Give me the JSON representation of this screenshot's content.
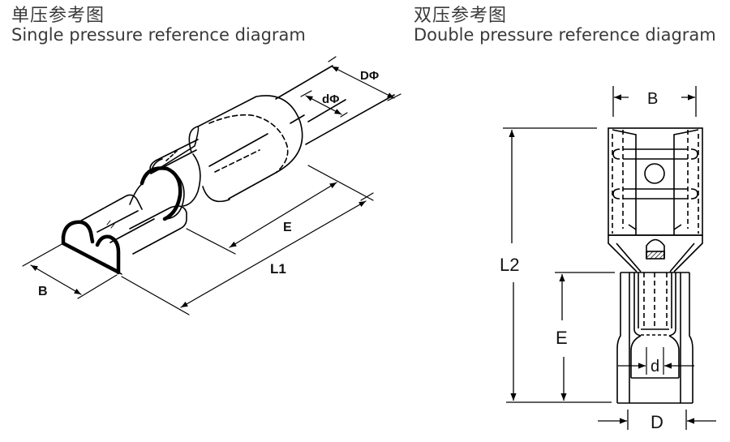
{
  "single": {
    "title_cn": "单压参考图",
    "title_en": "Single pressure reference diagram",
    "labels": {
      "outer_diameter": "DΦ",
      "inner_diameter": "dΦ",
      "insulation_length": "E",
      "total_length": "L1",
      "tab_width": "B"
    }
  },
  "double": {
    "title_cn": "双压参考图",
    "title_en": "Double pressure reference diagram",
    "labels": {
      "tab_width": "B",
      "total_length": "L2",
      "insulation_length": "E",
      "inner_diameter": "d",
      "outer_diameter": "D"
    }
  }
}
